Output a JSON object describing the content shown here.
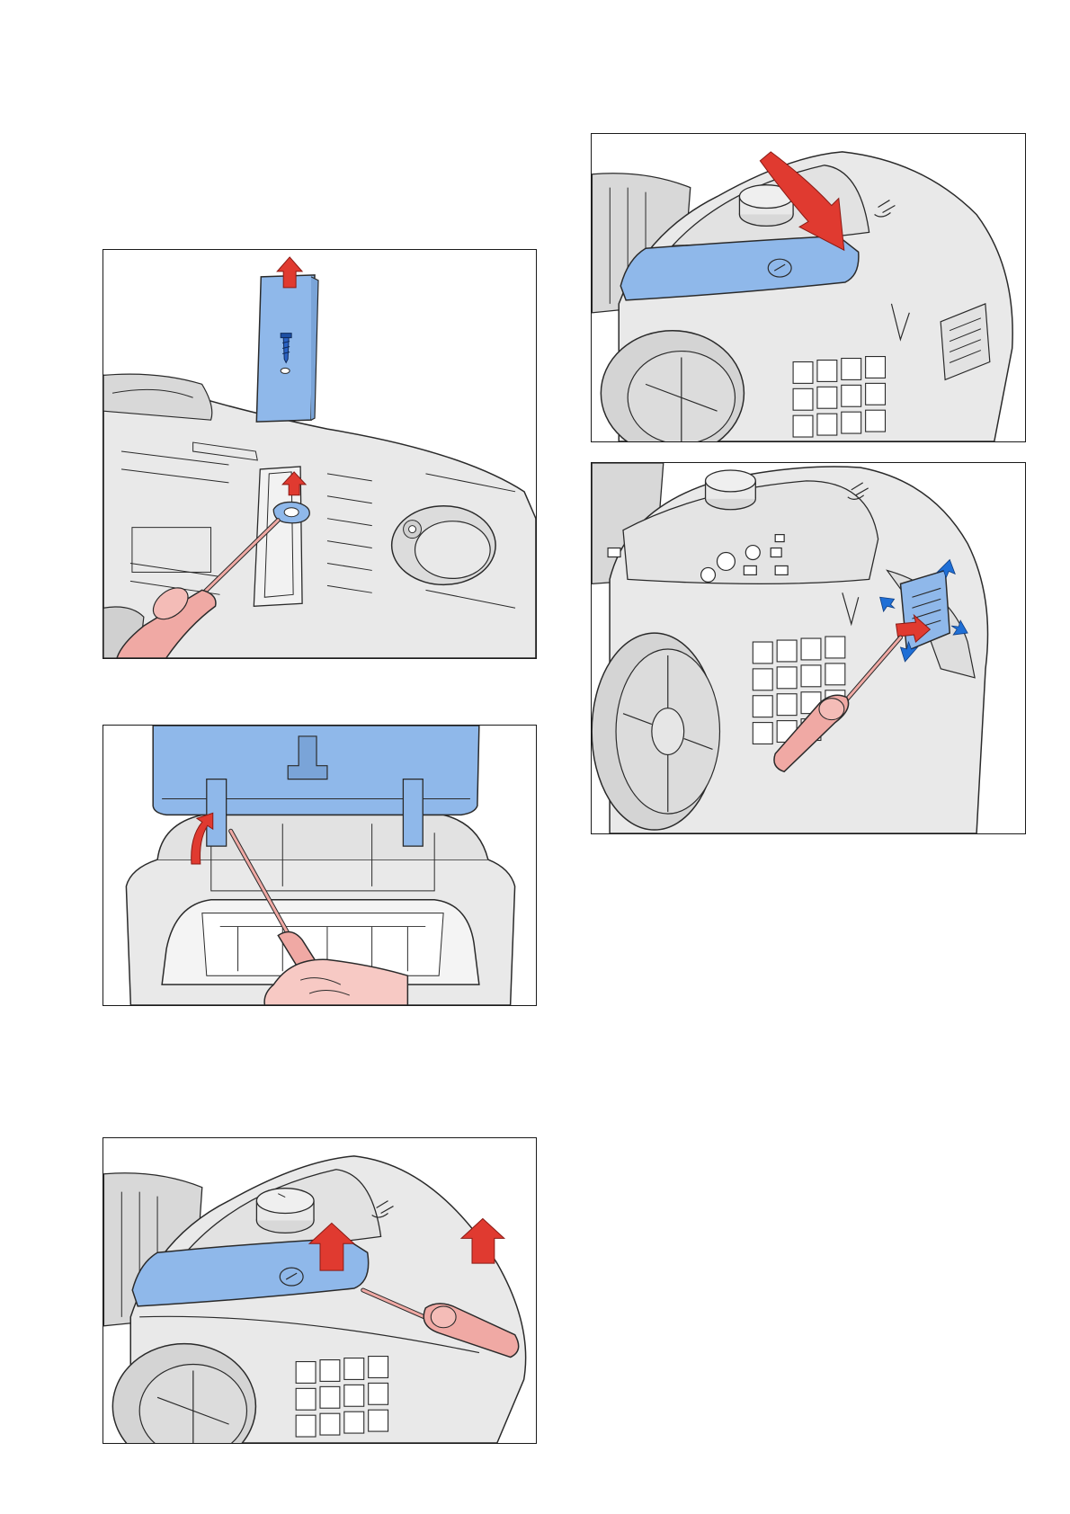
{
  "document": {
    "figures": [
      {
        "id": "fig-1",
        "icons": [
          "cover-plate-icon",
          "screw-icon",
          "screwdriver-icon",
          "arrow-up-icon"
        ]
      },
      {
        "id": "fig-2",
        "icons": [
          "lid-icon",
          "screwdriver-icon",
          "hand-icon",
          "arrow-up-icon"
        ]
      },
      {
        "id": "fig-3",
        "icons": [
          "top-panel-icon",
          "screwdriver-icon",
          "arrow-up-icon"
        ]
      },
      {
        "id": "fig-4",
        "icons": [
          "top-panel-icon",
          "curved-arrow-icon"
        ]
      },
      {
        "id": "fig-5",
        "icons": [
          "vent-cover-icon",
          "screwdriver-icon",
          "clip-arrow-icon"
        ]
      }
    ],
    "colors": {
      "highlight_blue": "#8fb8ea",
      "arrow_red": "#e03a30",
      "tool_pink": "#f0a9a4",
      "clip_blue": "#1f6fd6",
      "body_gray": "#e9e9e9",
      "line": "#2a2a2a"
    }
  }
}
